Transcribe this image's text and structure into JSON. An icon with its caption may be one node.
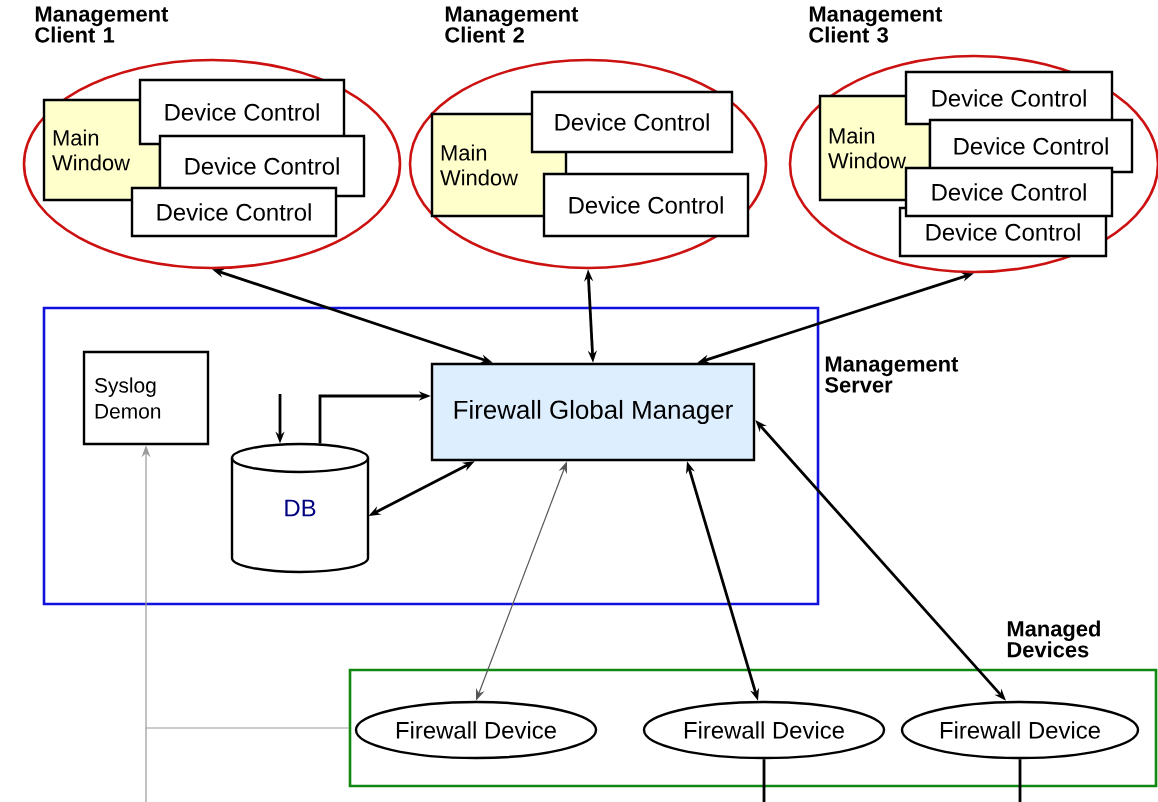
{
  "diagram": {
    "nodes": [
      {
        "text": [
          "Management Client 1"
        ]
      },
      {
        "text": [
          "Main Window"
        ],
        "in": 0
      },
      {
        "text": [
          "Device Control"
        ],
        "in": 0
      },
      {
        "text": [
          "Device Control"
        ],
        "in": 0
      },
      {
        "text": [
          "Device Control"
        ],
        "in": 0
      },
      {
        "text": [
          "Management Client 2"
        ]
      },
      {
        "text": [
          "Main Window"
        ],
        "in": 5
      },
      {
        "text": [
          "Device Control"
        ],
        "in": 5
      },
      {
        "text": [
          "Device Control"
        ],
        "in": 5
      },
      {
        "text": [
          "Management Client 3"
        ]
      },
      {
        "text": [
          "Main Window"
        ],
        "in": 9
      },
      {
        "text": [
          "Device Control"
        ],
        "in": 9
      },
      {
        "text": [
          "Device Control"
        ],
        "in": 9
      },
      {
        "text": [
          "Device Control"
        ],
        "in": 9
      },
      {
        "text": [
          "Device Control"
        ],
        "in": 9
      },
      {
        "text": [
          "Management Server"
        ]
      },
      {
        "text": [
          "Syslog Demon"
        ],
        "in": 15
      },
      {
        "text": [
          "DB"
        ],
        "in": 15
      },
      {
        "text": [
          "Firewall Global Manager"
        ],
        "in": 15
      },
      {
        "text": [
          "Managed Devices"
        ]
      },
      {
        "text": [
          "Firewall Device"
        ],
        "in": 19
      },
      {
        "text": [
          "Firewall Device"
        ],
        "in": 19
      },
      {
        "text": [
          "Firewall Device"
        ],
        "in": 19
      }
    ],
    "edges": [
      {
        "from": 0,
        "to": 18,
        "arrow": "both"
      },
      {
        "from": 5,
        "to": 18,
        "arrow": "both"
      },
      {
        "from": 9,
        "to": 18,
        "arrow": "both"
      },
      {
        "from": 17,
        "to": 18,
        "arrow": "to"
      },
      {
        "from": null,
        "to": 17,
        "arrow": "to"
      },
      {
        "from": 17,
        "to": 18,
        "arrow": "both"
      },
      {
        "from": 19,
        "to": 16,
        "arrow": "to",
        "color": "#999999"
      },
      {
        "from": 20,
        "to": 18,
        "arrow": "both",
        "color": "#555555"
      },
      {
        "from": 21,
        "to": 18,
        "arrow": "both"
      },
      {
        "from": 22,
        "to": 18,
        "arrow": "both"
      },
      {
        "from": 21,
        "to": null,
        "arrow": "none"
      },
      {
        "from": 22,
        "to": null,
        "arrow": "none"
      }
    ]
  }
}
